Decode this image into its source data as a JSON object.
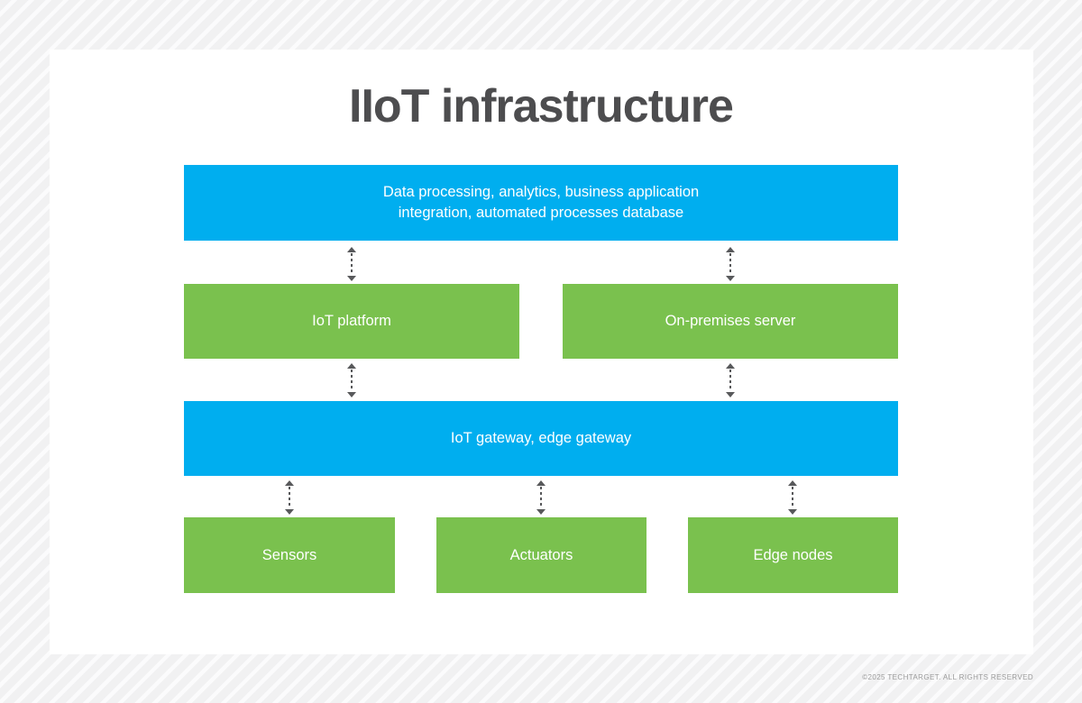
{
  "page": {
    "title": "IIoT infrastructure",
    "footer": "©2025 TECHTARGET. ALL RIGHTS RESERVED"
  },
  "colors": {
    "blue": "#00aeef",
    "green": "#7ac14e",
    "arrow": "#58595b",
    "title": "#4d4d4f"
  },
  "diagram": {
    "top_box": {
      "line1": "Data processing, analytics, business application",
      "line2": "integration, automated processes database"
    },
    "middle_boxes": [
      {
        "label": "IoT platform"
      },
      {
        "label": "On-premises server"
      }
    ],
    "gateway_box": {
      "label": "IoT gateway, edge gateway"
    },
    "bottom_boxes": [
      {
        "label": "Sensors"
      },
      {
        "label": "Actuators"
      },
      {
        "label": "Edge nodes"
      }
    ]
  }
}
